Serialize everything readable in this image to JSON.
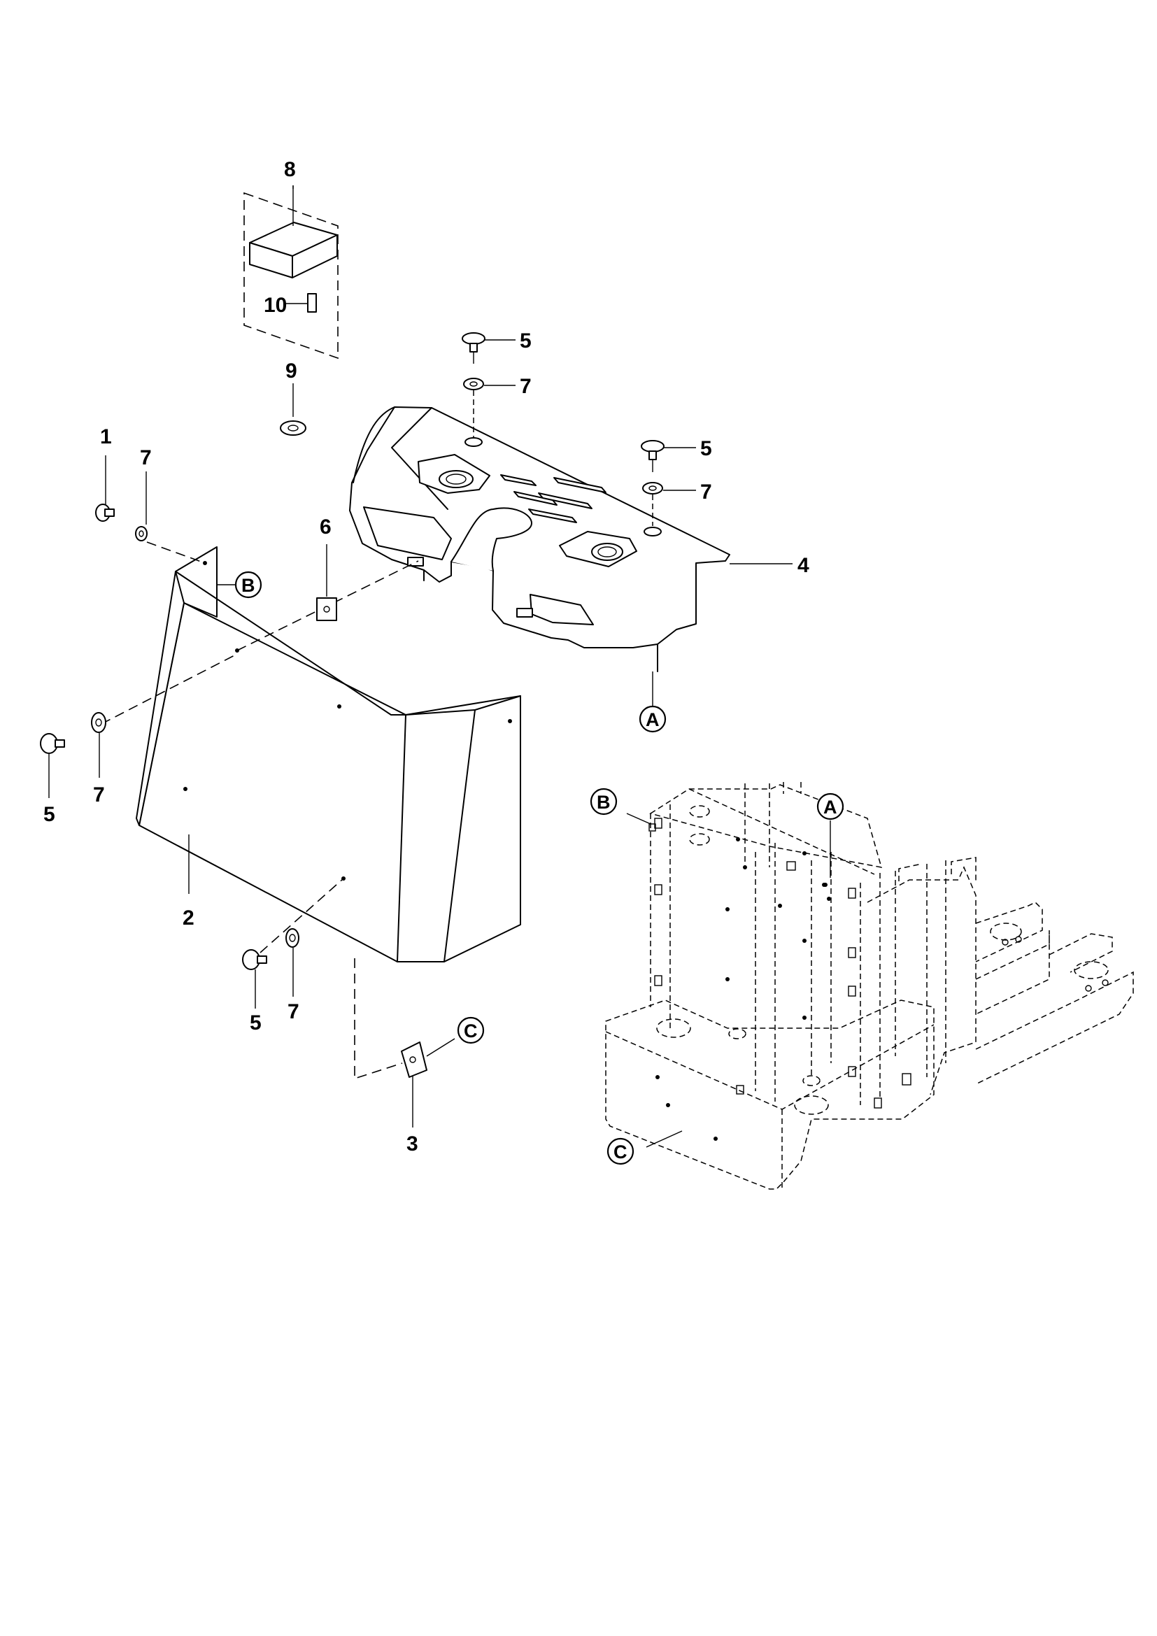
{
  "callouts": {
    "c1": "1",
    "c2": "2",
    "c3": "3",
    "c4": "4",
    "c5a": "5",
    "c5b": "5",
    "c5c": "5",
    "c5d": "5",
    "c6": "6",
    "c7a": "7",
    "c7b": "7",
    "c7c": "7",
    "c7d": "7",
    "c7e": "7",
    "c8": "8",
    "c9": "9",
    "c10": "10"
  },
  "refs": {
    "a_top": "A",
    "a_frame": "A",
    "b_panel": "B",
    "b_frame": "B",
    "c_bracket": "C",
    "c_frame": "C"
  }
}
